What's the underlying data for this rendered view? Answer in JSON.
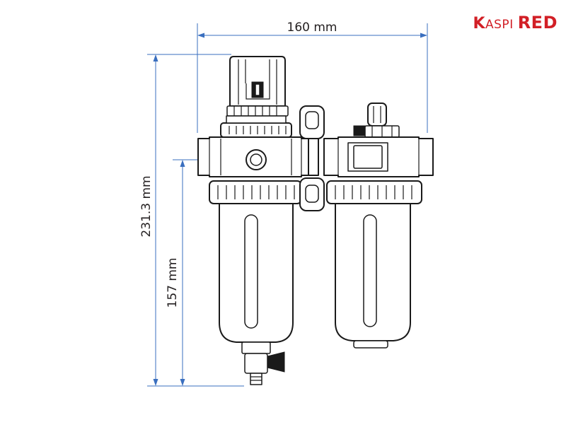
{
  "brand": {
    "name_first": "Kaspi",
    "name_second": "RED",
    "color": "#d21f26"
  },
  "dimensions": {
    "width_label": "160 mm",
    "total_height_label": "231.3 mm",
    "bowl_height_label": "157 mm",
    "line_color": "#3a6fbf"
  },
  "diagram": {
    "components": [
      "filter-regulator",
      "lubricator"
    ]
  }
}
